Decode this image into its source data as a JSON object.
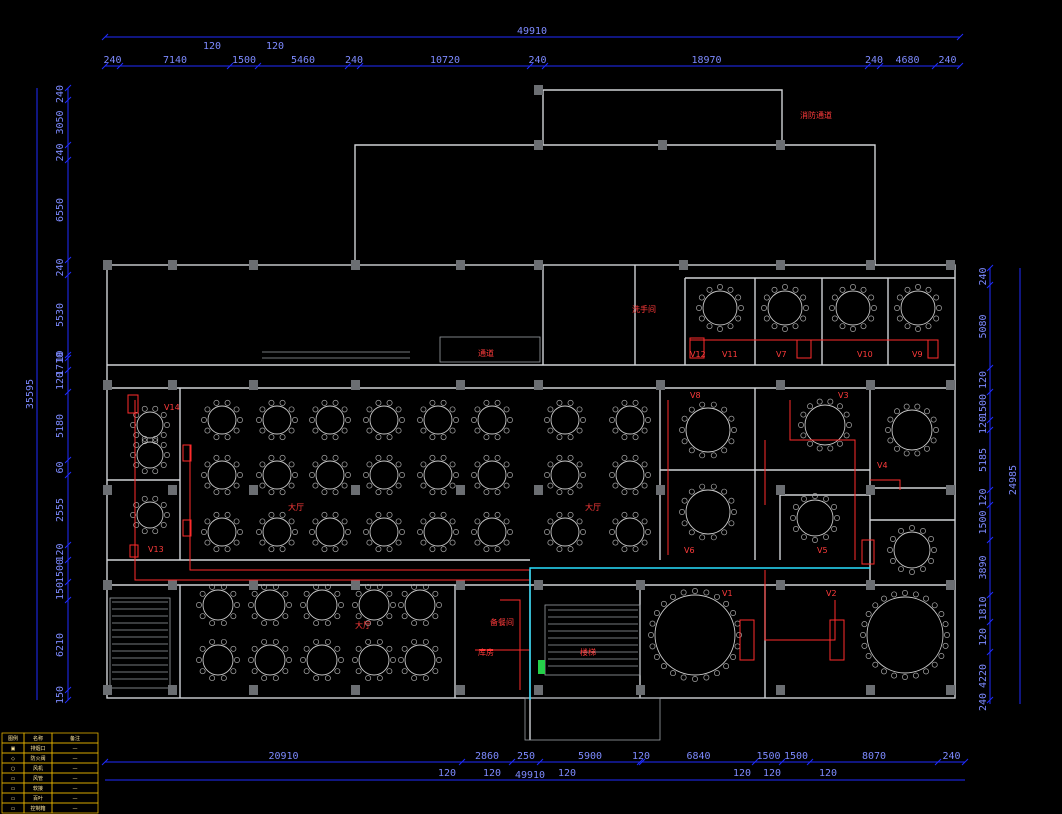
{
  "dimensions": {
    "top_total": "49910",
    "top_small": [
      "120",
      "120"
    ],
    "top_row": [
      "240",
      "7140",
      "1500",
      "5460",
      "240",
      "10720",
      "240",
      "18970",
      "240",
      "4680",
      "240"
    ],
    "left_total": "35595",
    "left_col": [
      "240",
      "3050",
      "240",
      "6550",
      "240",
      "5530",
      "10",
      "1710",
      "120",
      "5180",
      "60",
      "2555",
      "120",
      "1500",
      "150",
      "6210",
      "150"
    ],
    "right_total": "24985",
    "right_col": [
      "240",
      "5080",
      "120",
      "1500",
      "120",
      "5185",
      "120",
      "1500",
      "3890",
      "1810",
      "120",
      "4220",
      "240"
    ],
    "bottom_row": [
      "20910",
      "2860",
      "250",
      "5900",
      "120",
      "6840",
      "1500",
      "1500",
      "8070",
      "240"
    ],
    "bottom_small": [
      "120",
      "120",
      "120",
      "120",
      "120",
      "120"
    ],
    "bottom_total": "49910"
  },
  "labels": {
    "hall_1": "大厅",
    "hall_2": "大厅",
    "hall_3": "大厅",
    "room_top": "消防通道",
    "room_wash": "洗手间",
    "room_corridor": "通道",
    "room_kitchen": "备餐间",
    "room_store": "库房",
    "room_stair": "楼梯",
    "valves": [
      "V1",
      "V2",
      "V3",
      "V4",
      "V5",
      "V6",
      "V7",
      "V8",
      "V9",
      "V10",
      "V11",
      "V12",
      "V13",
      "V14"
    ]
  },
  "legend": {
    "rows": [
      [
        "图例",
        "名称",
        "备注"
      ],
      [
        "▣",
        "排烟口",
        "—"
      ],
      [
        "◇",
        "防火阀",
        "—"
      ],
      [
        "○",
        "风机",
        "—"
      ],
      [
        "▭",
        "风管",
        "—"
      ],
      [
        "▭",
        "软接",
        "—"
      ],
      [
        "▭",
        "百叶",
        "—"
      ],
      [
        "▭",
        "控制箱",
        "—"
      ]
    ]
  }
}
